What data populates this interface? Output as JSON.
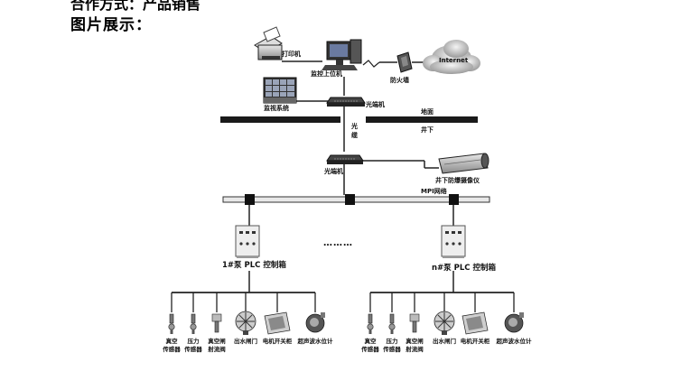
{
  "header_clip": "合作方式：产品销售",
  "section_title": "图片展示：",
  "diagram": {
    "printer": "打印机",
    "host_computer": "监控上位机",
    "firewall": "防火墙",
    "internet": "Internet",
    "monitor_system": "监视系统",
    "optical_switch_top": "光端机",
    "ground": "地面",
    "underground": "井下",
    "fiber": "光缆",
    "optical_switch_bottom": "光端机",
    "underground_camera": "井下防爆摄像仪",
    "mpi_network": "MPI网络",
    "plc1": "1#泵 PLC 控制箱",
    "plcn": "n#泵 PLC 控制箱",
    "ellipsis": "………",
    "devices": [
      "真空传感器",
      "压力传感器",
      "真空闸射流阀",
      "出水闸门",
      "电机开关柜",
      "超声波水位计"
    ],
    "device_labels": [
      [
        "真空",
        "传感器"
      ],
      [
        "压力",
        "传感器"
      ],
      [
        "真空闸",
        "射流阀"
      ],
      [
        "出水闸门"
      ],
      [
        "电机开关柜"
      ],
      [
        "超声波水位计"
      ]
    ]
  }
}
